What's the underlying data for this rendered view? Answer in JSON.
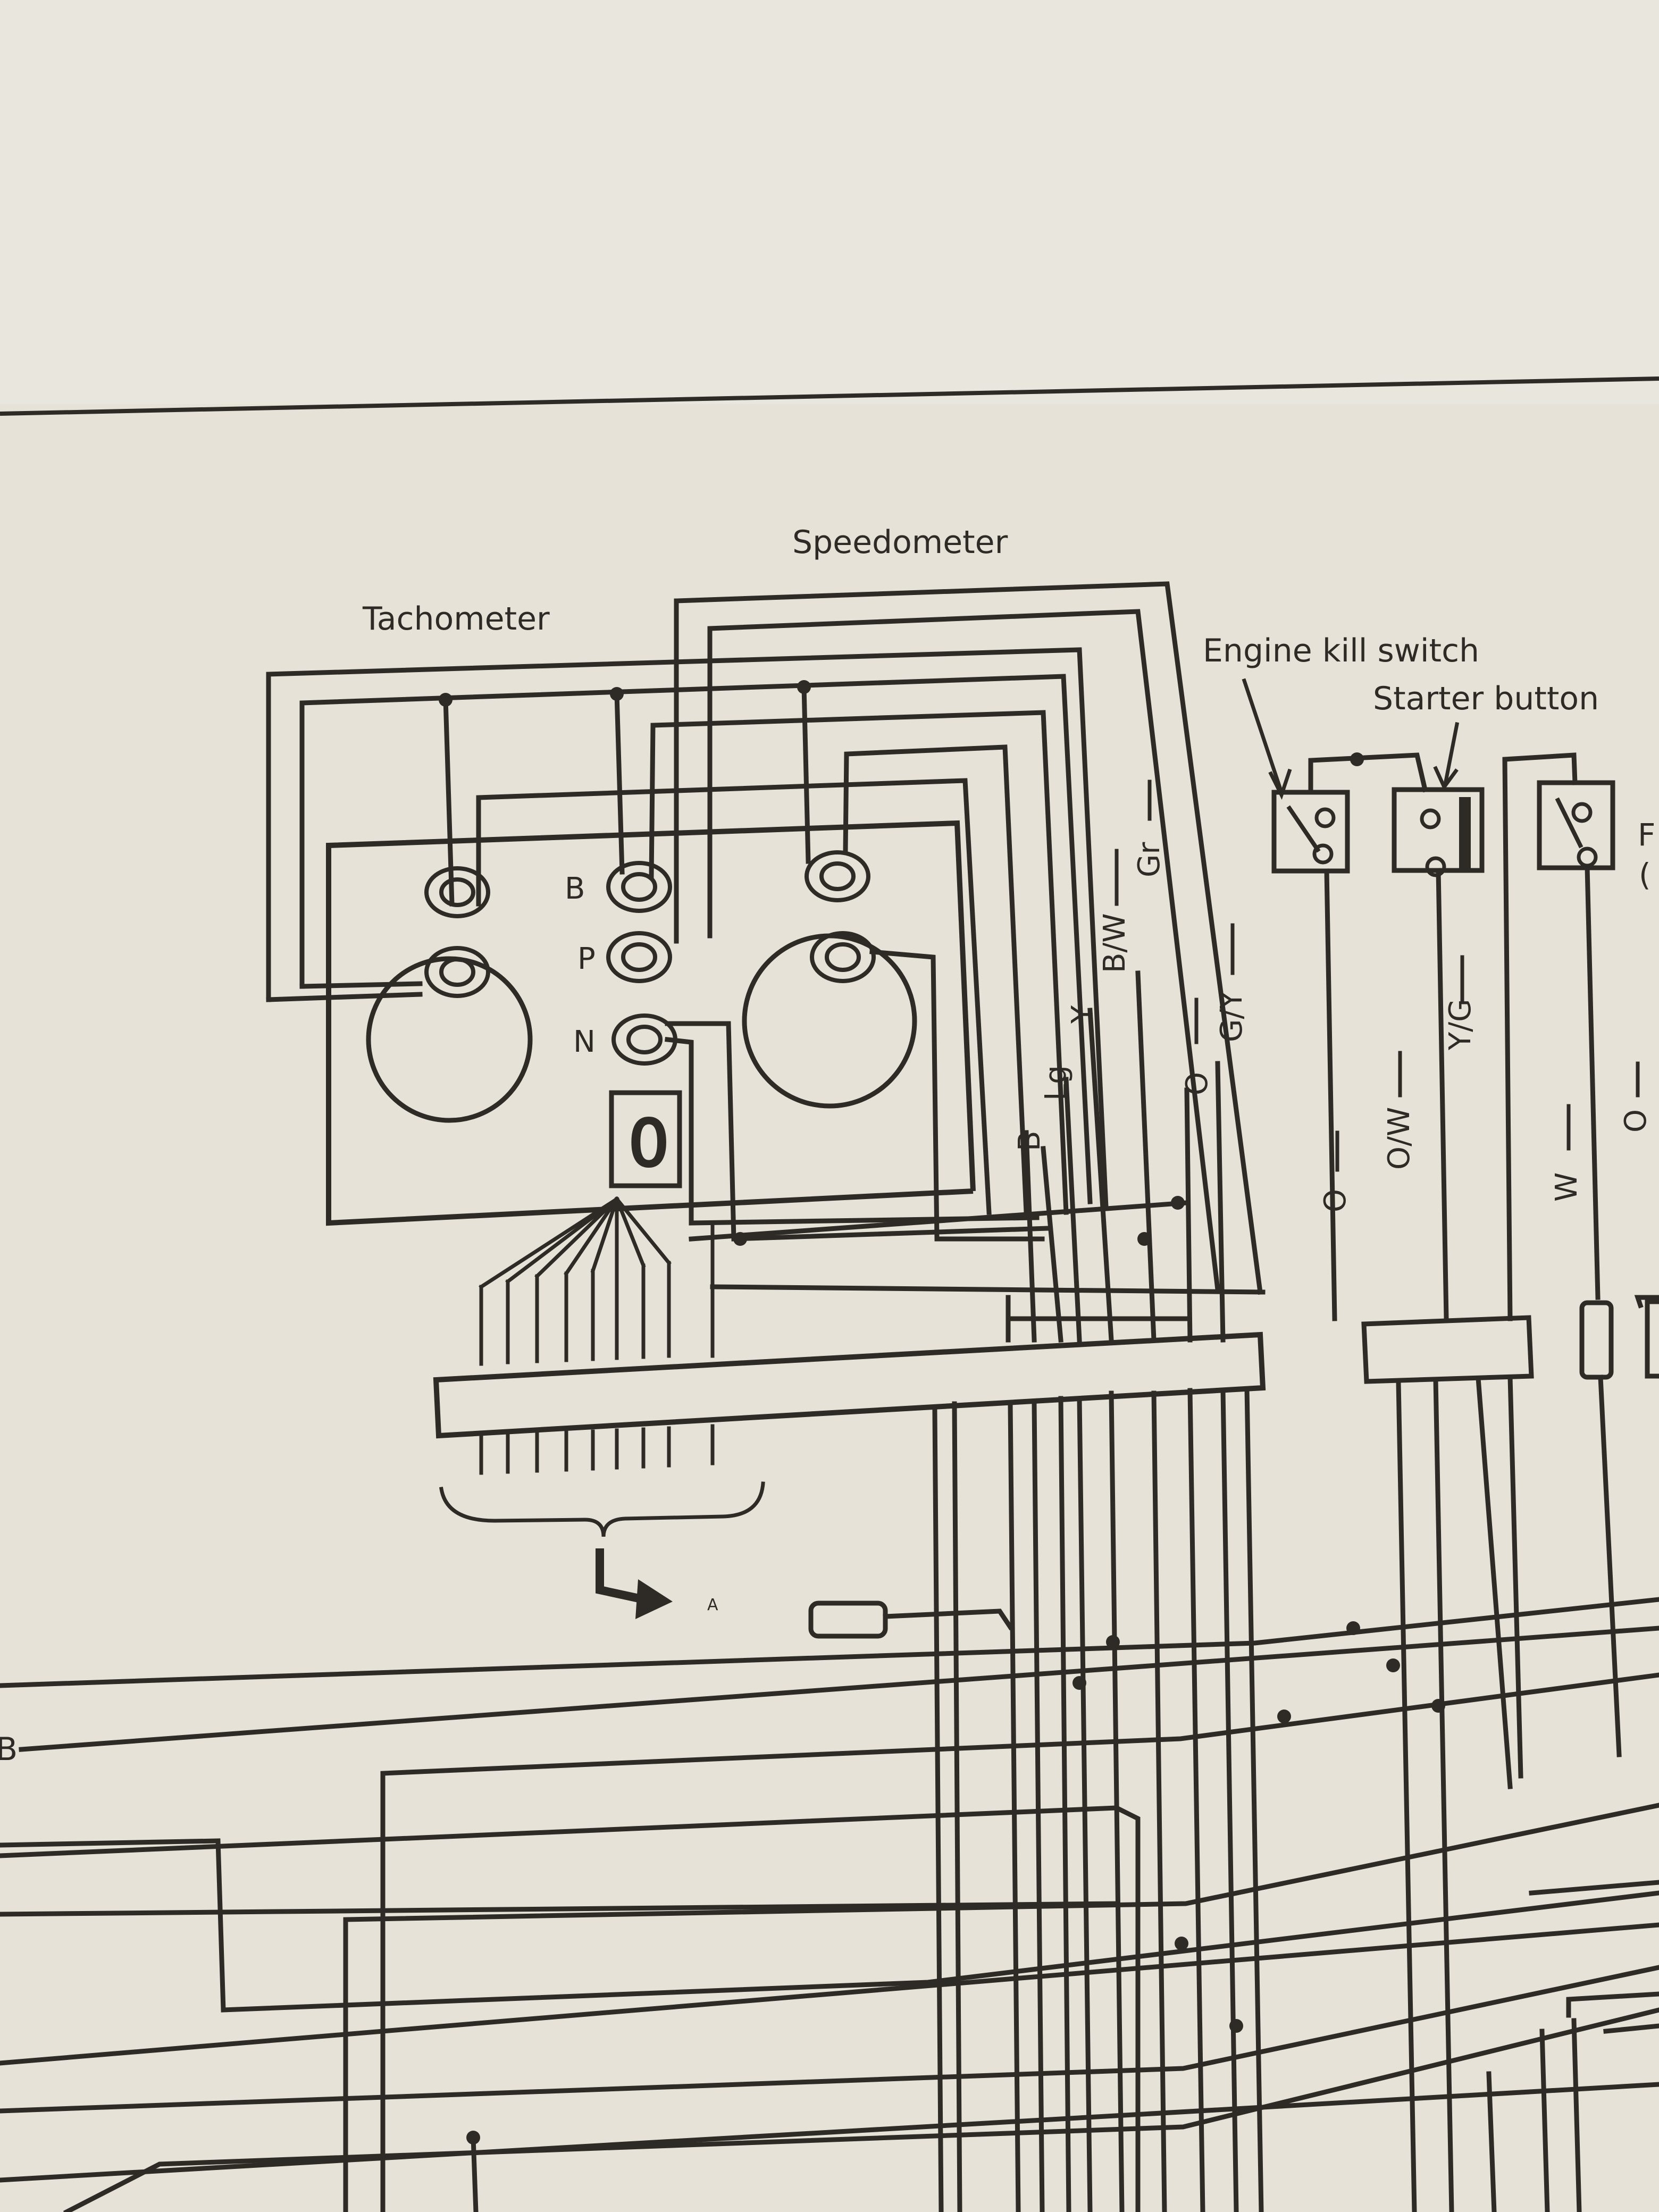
{
  "components": {
    "speedometer": "Speedometer",
    "tachometer": "Tachometer",
    "engine_kill_switch": "Engine kill switch",
    "starter_button": "Starter button",
    "partial_label": "F",
    "partial_label_2": "("
  },
  "indicator_lamps": {
    "b": "B",
    "p": "P",
    "n": "N"
  },
  "gear_display": "0",
  "wire_codes": {
    "gr": "Gr",
    "bw": "B/W",
    "y": "Y",
    "lg": "Lg",
    "b": "B",
    "o": "O",
    "gy": "G/Y",
    "ow": "O/W",
    "yg": "Y/G",
    "o2": "O",
    "w": "W",
    "o3": "O"
  },
  "connector_arrow_label": "A",
  "edge_label": "B"
}
